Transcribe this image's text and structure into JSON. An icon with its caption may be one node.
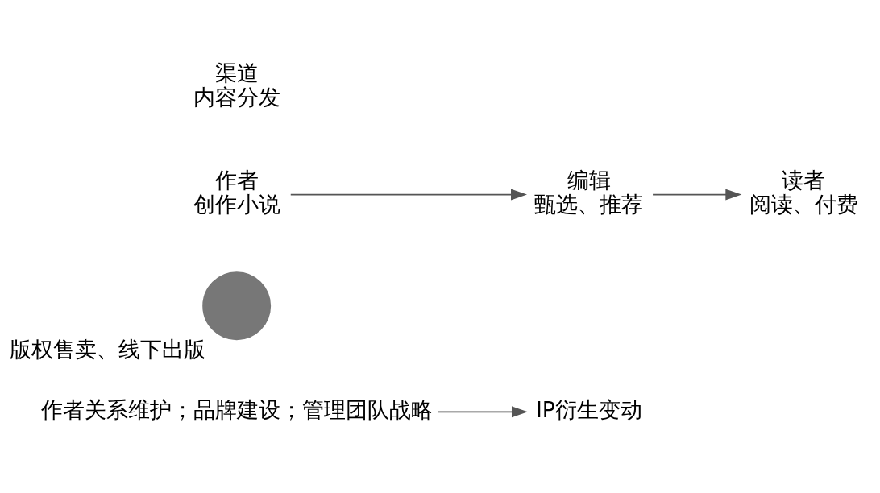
{
  "diagram": {
    "nodes": [
      {
        "text": [
          "IP衍生变动"
        ]
      },
      {
        "text": [
          "作者关系维护；品牌建设；管理团队战略"
        ]
      },
      {
        "text": [],
        "shape": "circle",
        "beside": [
          "版权售卖、线下出版"
        ]
      },
      {
        "text": [
          "作者",
          "创作小说"
        ]
      },
      {
        "text": [
          "编辑",
          "甄选、推荐"
        ]
      },
      {
        "text": [
          "读者",
          "阅读、付费"
        ]
      }
    ],
    "edges": [
      {
        "from": 1,
        "to": 0,
        "arrow": "to"
      },
      {
        "from": 3,
        "to": 4,
        "arrow": "to"
      },
      {
        "from": 4,
        "to": 5,
        "arrow": "to"
      }
    ],
    "labels": [
      "渠道",
      "内容分发"
    ]
  }
}
